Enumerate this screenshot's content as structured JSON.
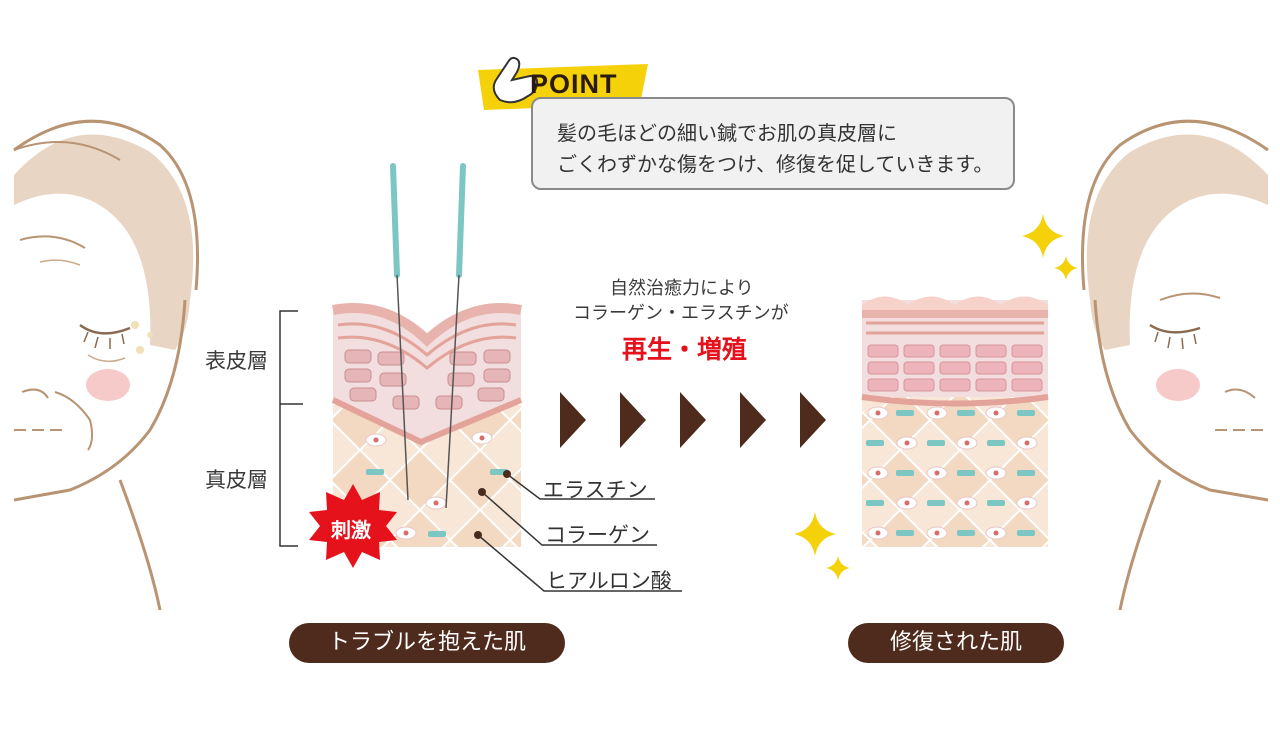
{
  "point": {
    "tag": "POINT",
    "line1": "髪の毛ほどの細い鍼でお肌の真皮層に",
    "line2": "ごくわずかな傷をつけ、修復を促していきます。"
  },
  "layers": {
    "epidermis": "表皮層",
    "dermis": "真皮層"
  },
  "stimulus": "刺激",
  "callouts": {
    "elastin": "エラスチン",
    "collagen": "コラーゲン",
    "hyaluronic": "ヒアルロン酸"
  },
  "middle": {
    "line1": "自然治癒力により",
    "line2": "コラーゲン・エラスチンが",
    "highlight": "再生・増殖"
  },
  "badges": {
    "before": "トラブルを抱えた肌",
    "after": "修復された肌"
  },
  "colors": {
    "brown": "#4f2b1d",
    "red": "#e6121b",
    "needle": "#7cc6c4",
    "skin": "#f3dbc4",
    "yellow": "#f5d10a",
    "gray": "#8a8a8a"
  }
}
